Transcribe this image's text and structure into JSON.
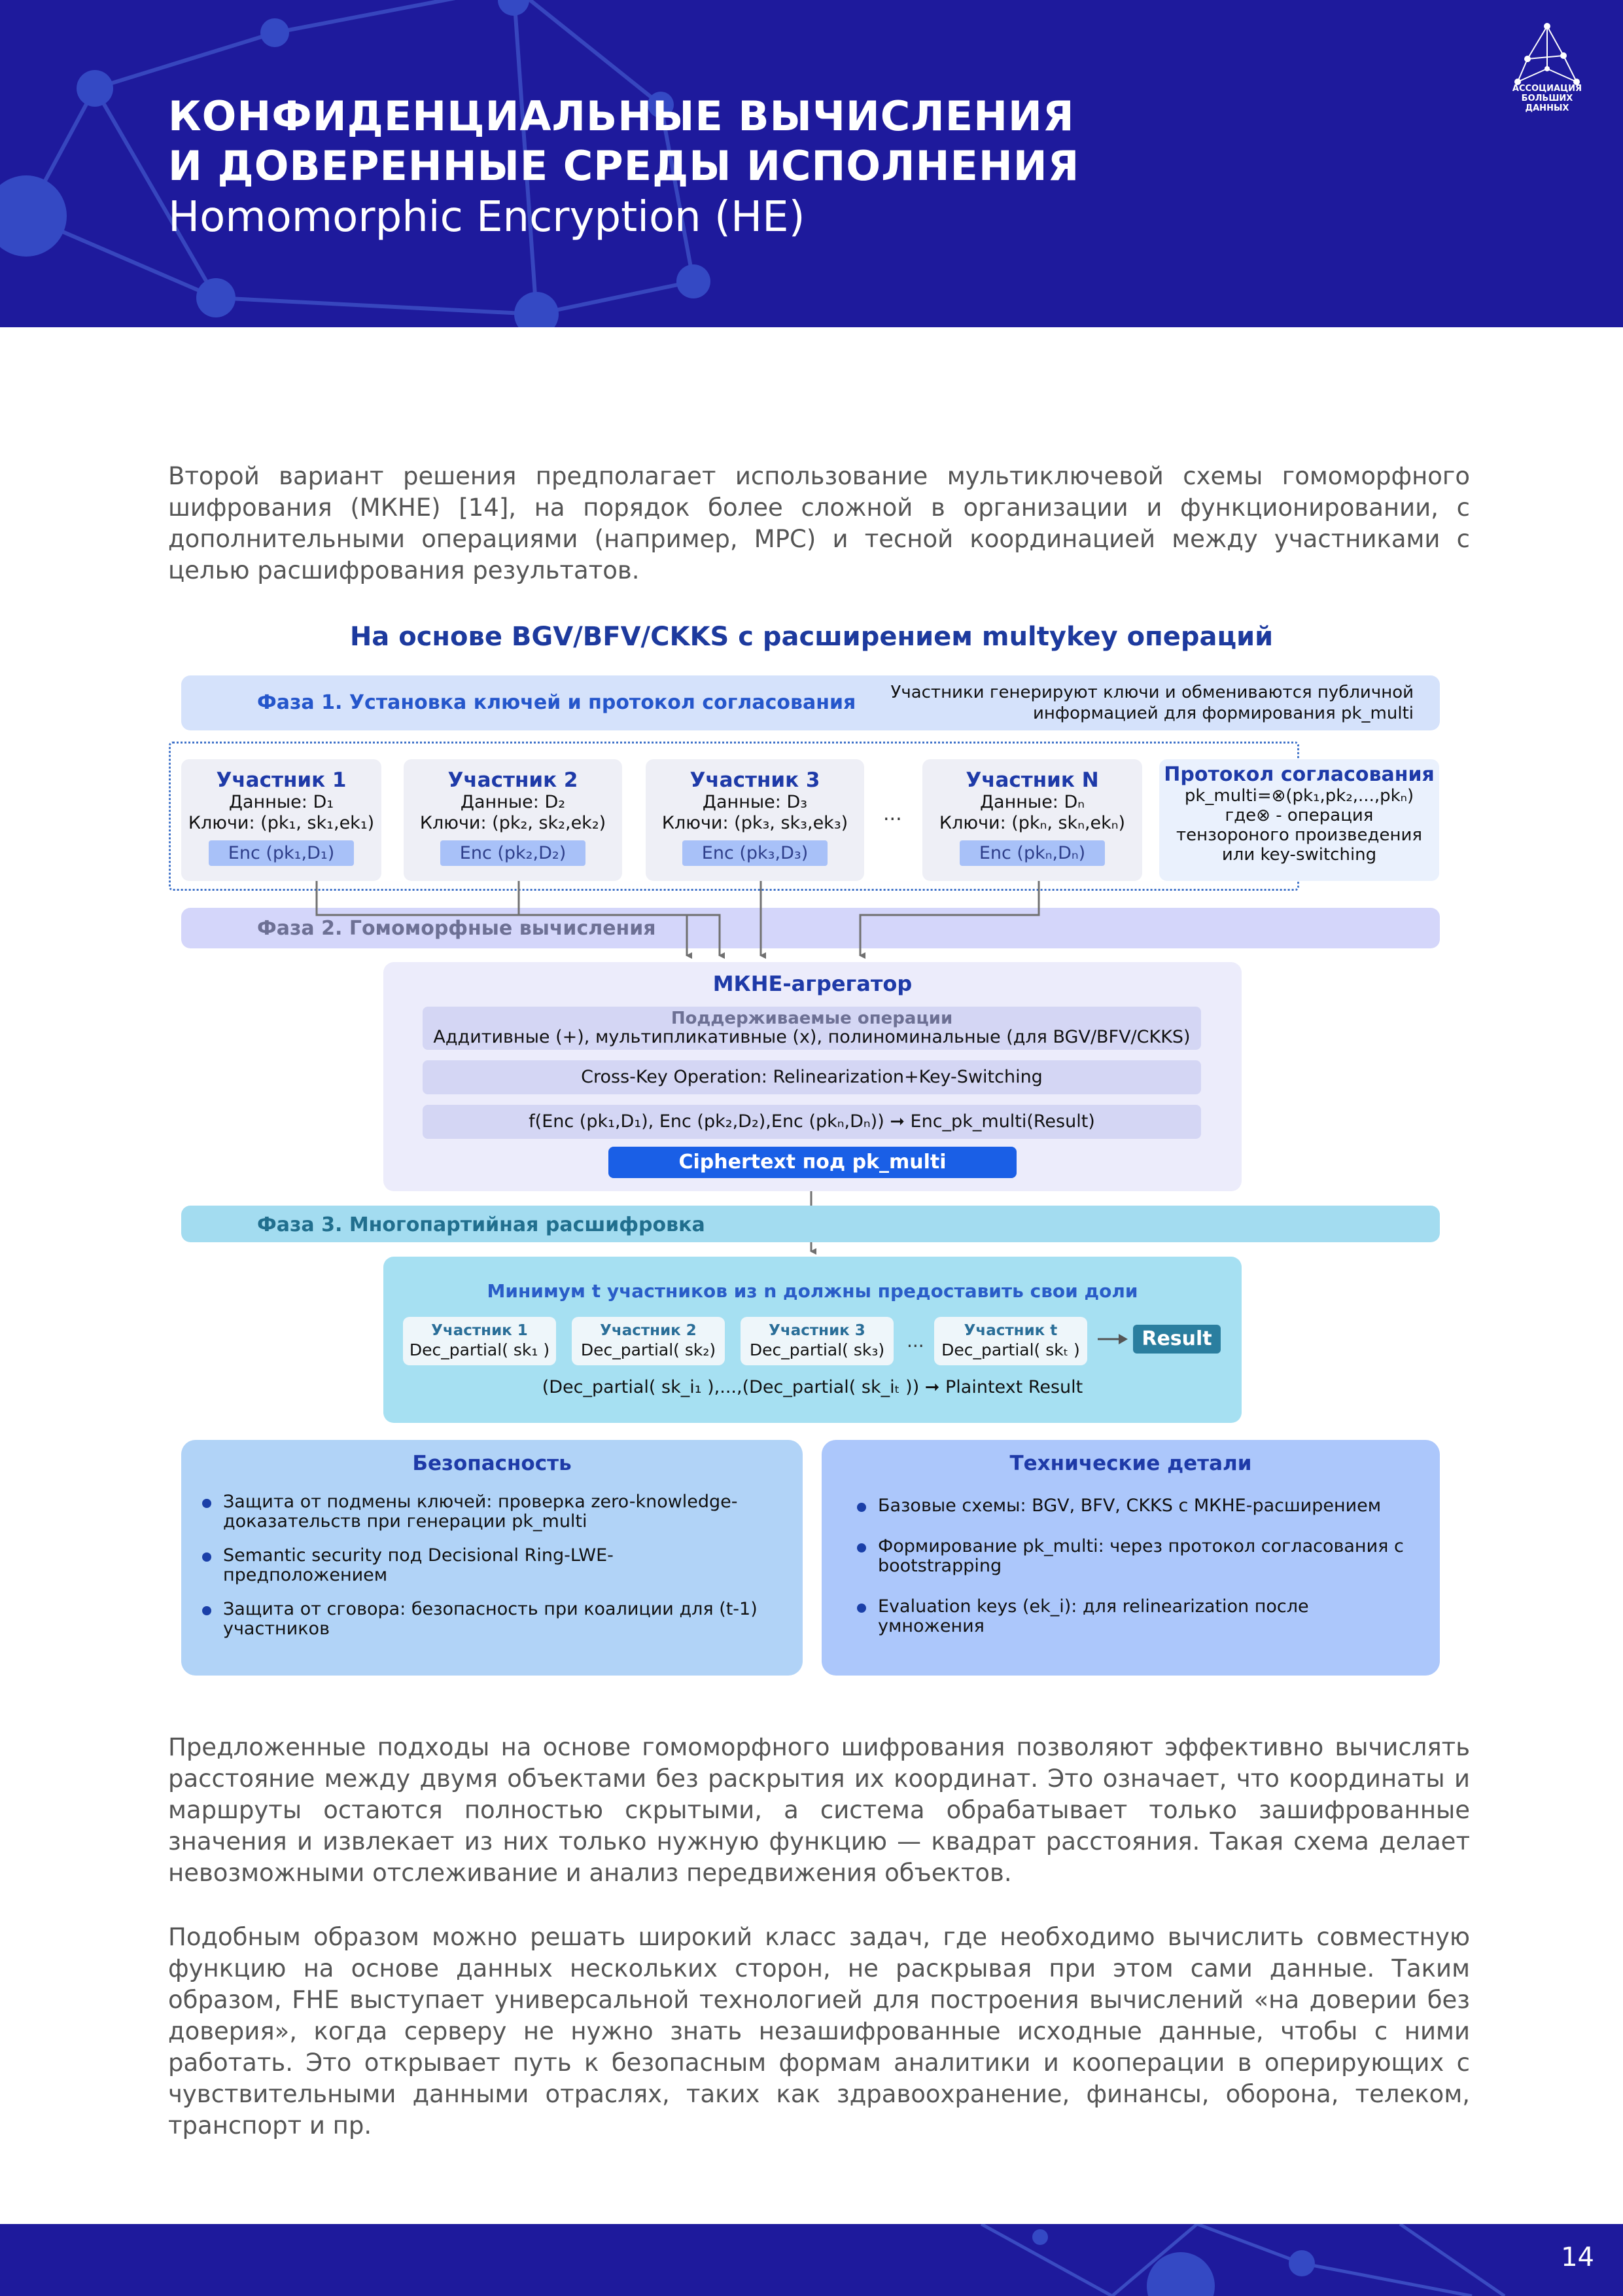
{
  "header": {
    "title_line1": "КОНФИДЕНЦИАЛЬНЫЕ ВЫЧИСЛЕНИЯ",
    "title_line2": "И ДОВЕРЕННЫЕ СРЕДЫ ИСПОЛНЕНИЯ",
    "subtitle": "Homomorphic Encryption (HE)",
    "logo_text_line1": "АССОЦИАЦИЯ",
    "logo_text_line2": "БОЛЬШИХ ДАННЫХ"
  },
  "intro_paragraph": "Второй вариант решения предполагает использование мультиключевой схемы гомоморфного шифрования (МКНЕ) [14], на порядок более сложной в организации и функционировании, с дополнительными операциями (например, MPC) и тесной координацией между участниками с целью расшифрования результатов.",
  "diagram": {
    "title": "На основе BGV/BFV/CKKS с расширением multykey операций",
    "phase1": {
      "label": "Фаза 1. Установка ключей и протокол согласования",
      "note_line1": "Участники генерируют ключи и обмениваются публичной",
      "note_line2": "информацией для формирования pk_multi"
    },
    "participants": [
      {
        "name": "Участник 1",
        "data": "Данные: D₁",
        "keys": "Ключи: (pk₁, sk₁,ek₁)",
        "enc": "Enc (pk₁,D₁)"
      },
      {
        "name": "Участник 2",
        "data": "Данные: D₂",
        "keys": "Ключи: (pk₂, sk₂,ek₂)",
        "enc": "Enc (pk₂,D₂)"
      },
      {
        "name": "Участник 3",
        "data": "Данные: D₃",
        "keys": "Ключи: (pk₃, sk₃,ek₃)",
        "enc": "Enc (pk₃,D₃)"
      },
      {
        "name": "Участник N",
        "data": "Данные: Dₙ",
        "keys": "Ключи: (pkₙ, skₙ,ekₙ)",
        "enc": "Enc (pkₙ,Dₙ)"
      }
    ],
    "ellipsis": "...",
    "protocol": {
      "title": "Протокол согласования",
      "line1": "pk_multi=⊗(pk₁,pk₂,...,pkₙ)",
      "line2": "где⊗ - операция",
      "line3": "тензороного произведения",
      "line4": "или key-switching"
    },
    "phase2": {
      "label": "Фаза 2. Гомоморфные вычисления"
    },
    "aggregator": {
      "title": "МКНЕ-агрегатор",
      "ops_header": "Поддерживаемые операции",
      "ops_line": "Аддитивные (+), мультипликативные (х), полиноминальные (для BGV/BFV/CKKS)",
      "cross_key": "Cross-Key Operation: Relinearization+Key-Switching",
      "formula": "f(Enc (pk₁,D₁), Enc (pk₂,D₂),Enc (pkₙ,Dₙ)) ➞ Enc_pk_multi(Result)",
      "ciphertext": "Ciphertext под pk_multi"
    },
    "phase3": {
      "label": "Фаза 3. Многопартийная расшифровка"
    },
    "decryption": {
      "title": "Минимум t участников из n должны предоставить свои доли",
      "parties": [
        {
          "name": "Участник 1",
          "value": "Dec_partial( sk₁ )"
        },
        {
          "name": "Участник 2",
          "value": "Dec_partial( sk₂)"
        },
        {
          "name": "Участник 3",
          "value": "Dec_partial( sk₃)"
        },
        {
          "name": "Участник t",
          "value": "Dec_partial( skₜ )"
        }
      ],
      "ellipsis": "...",
      "result": "Result",
      "formula": "(Dec_partial( sk_i₁ ),...,(Dec_partial( sk_iₜ )) ➞ Plaintext Result"
    },
    "security": {
      "title": "Безопасность",
      "items": [
        "Защита от подмены ключей: проверка zero-knowledge-доказательств при генерации pk_multi",
        "Semantic security под Decisional Ring-LWE-предположением",
        "Защита от сговора: безопасность при коалиции для (t-1) участников"
      ]
    },
    "technical": {
      "title": "Технические детали",
      "items": [
        "Базовые схемы: BGV, BFV, CKKS с МКНЕ-расширением",
        "Формирование pk_multi: через протокол согласования с bootstrapping",
        "Evaluation keys (ek_i): для relinearization после умножения"
      ]
    }
  },
  "paragraph2": "Предложенные подходы на основе гомоморфного шифрования позволяют эффективно вычислять расстояние между двумя объектами без раскрытия их координат. Это означает, что координаты и маршруты остаются полностью скрытыми, а система обрабатывает только зашифрованные значения и извлекает из них только нужную функцию — квадрат расстояния. Такая схема делает невозможными отслеживание и анализ передвижения объектов.",
  "paragraph3": "Подобным образом можно решать широкий класс задач, где необходимо вычислить совместную функцию на основе данных нескольких сторон, не раскрывая при этом сами данные. Таким образом, FHE выступает универсальной технологией для построения вычислений «на доверии без доверия», когда серверу не нужно знать незашифрованные исходные данные, чтобы с ними работать. Это открывает путь к безопасным формам аналитики и кооперации в оперирующих с чувствительными данными отраслях, таких как здравоохранение, финансы, оборона, телеком, транспорт и пр.",
  "footer": {
    "page_number": "14"
  },
  "colors": {
    "brand_blue": "#1e1a9c",
    "accent_blue": "#1a5fe6",
    "result_teal": "#2a7e9f"
  }
}
